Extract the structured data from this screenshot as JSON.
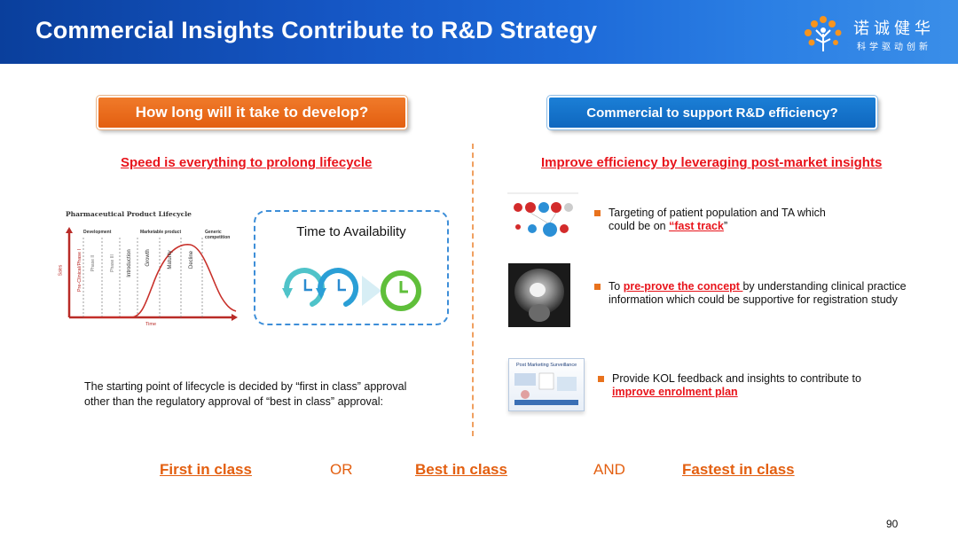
{
  "header": {
    "title": "Commercial Insights Contribute to R&D Strategy",
    "logo_cn": "诺诚健华",
    "logo_sub": "科学驱动创新"
  },
  "left": {
    "pill": "How long will it take to develop?",
    "subhead": "Speed is everything to prolong lifecycle",
    "lifecycle": {
      "title": "Pharmaceutical Product Lifecycle",
      "y_axis": "Sales",
      "x_axis": "Time",
      "stages_top": [
        "Development",
        "Marketable product",
        "Generic competition"
      ],
      "phases": [
        "Pre-Clinical/Phase I",
        "Phase II",
        "Phase III",
        "Introduction",
        "Growth",
        "Maturity",
        "Decline"
      ]
    },
    "time_box_title": "Time to Availability",
    "paragraph_line1": "The starting point of lifecycle is decided by “first in class” approval",
    "paragraph_line2": "other than the regulatory approval of “best in class” approval:"
  },
  "right": {
    "pill": "Commercial to support R&D efficiency?",
    "subhead": "Improve efficiency by leveraging post-market insights",
    "bullet1": {
      "pre": "Targeting of patient population and TA which could be on ",
      "link": "“fast track",
      "post": "”"
    },
    "bullet2": {
      "pre": "To ",
      "link": "pre-prove the concept ",
      "post": "by understanding clinical practice information which could be supportive for registration study"
    },
    "bullet3": {
      "pre": "Provide KOL feedback and insights to contribute to ",
      "link": "improve enrolment plan",
      "post": ""
    },
    "thumb3_label": "Post Marketing Surveillance"
  },
  "bottom": {
    "first": "First in class",
    "or": "OR",
    "best": "Best in class",
    "and": "AND",
    "fastest": "Fastest in class"
  },
  "page_number": "90",
  "colors": {
    "header_blue": "#1556c4",
    "orange": "#e35f10",
    "red": "#e8141b",
    "blue_pill": "#0f67bf"
  }
}
